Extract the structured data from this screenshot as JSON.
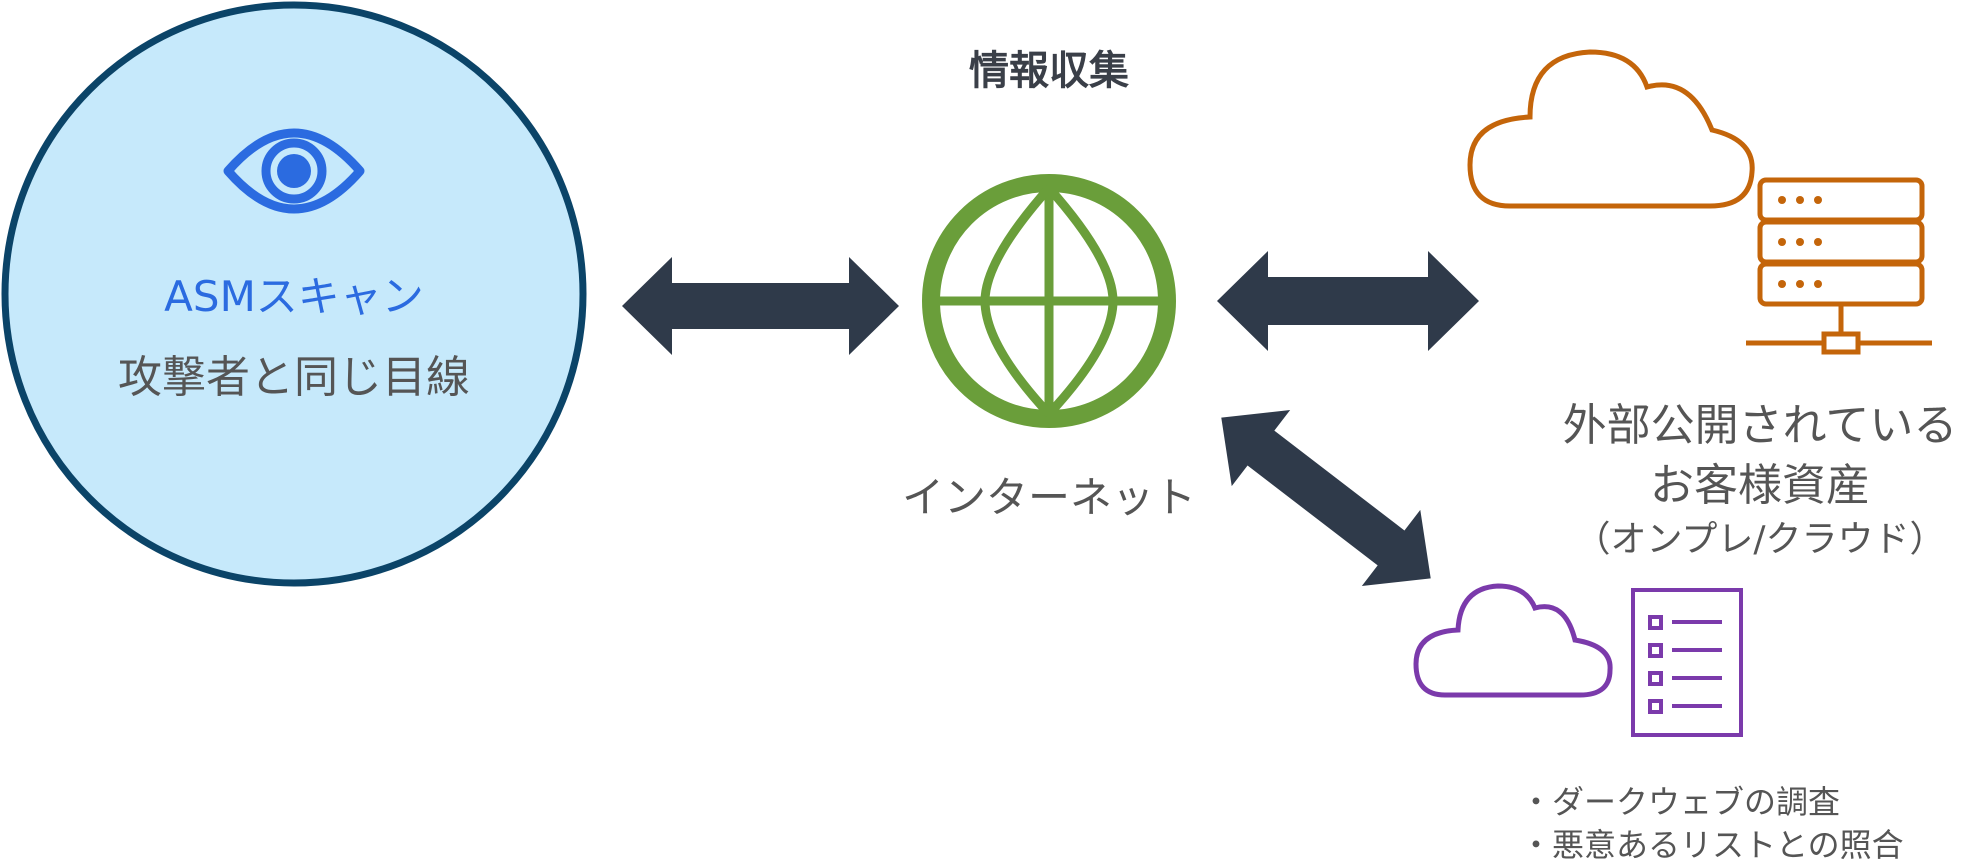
{
  "scanner": {
    "title": "ASMスキャン",
    "subtitle": "攻撃者と同じ目線",
    "icon": "eye-icon"
  },
  "center": {
    "heading": "情報収集",
    "label": "インターネット",
    "icon": "globe-icon"
  },
  "assets": {
    "line1": "外部公開されている",
    "line2": "お客様資産",
    "line3": "（オンプレ/クラウド）",
    "icons": [
      "cloud-icon",
      "server-icon"
    ]
  },
  "intel": {
    "items": [
      "・ダークウェブの調査",
      "・悪意あるリストとの照合"
    ],
    "icons": [
      "cloud-icon",
      "list-document-icon"
    ]
  },
  "colors": {
    "circle_fill": "#c6e9fb",
    "circle_stroke": "#0b4468",
    "accent_blue": "#2b6be0",
    "text_gray": "#555555",
    "arrow": "#2f3a4a",
    "globe_green": "#6a9e3a",
    "asset_orange": "#c4650a",
    "intel_purple": "#7b3aab"
  }
}
